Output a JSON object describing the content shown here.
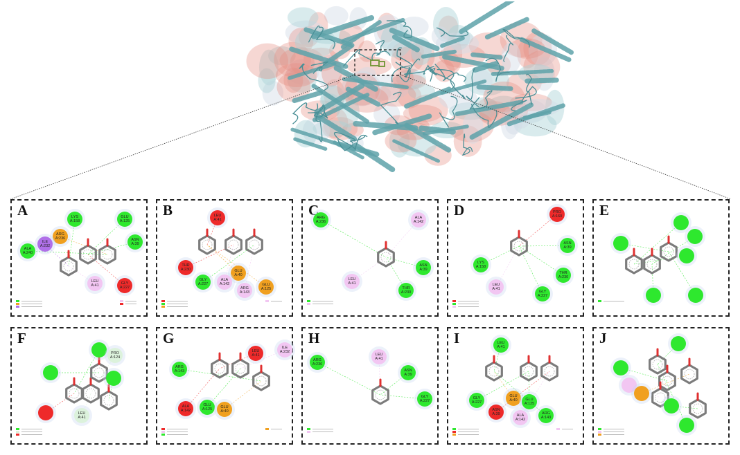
{
  "figure": {
    "colors": {
      "conventional_h_bond": "#2ee82e",
      "unfavorable": "#ee2a2a",
      "pi_anion_cation": "#f0a020",
      "pi_alkyl": "#f2c6f2",
      "pi_sigma": "#b070e8",
      "carbon_h_bond": "#dcf2dc",
      "protein_cartoon": "#5fa3aa"
    },
    "panels": [
      {
        "letter": "A",
        "residues": [
          {
            "label": "LYS A:158",
            "type": "green"
          },
          {
            "label": "GLU A:125",
            "type": "green"
          },
          {
            "label": "ARG A:236",
            "type": "orange"
          },
          {
            "label": "ILE A:232",
            "type": "purple"
          },
          {
            "label": "ASN A:39",
            "type": "green"
          },
          {
            "label": "ALA A:240",
            "type": "green"
          },
          {
            "label": "LEU A:41",
            "type": "pink"
          },
          {
            "label": "GLY A:227",
            "type": "red"
          }
        ]
      },
      {
        "letter": "B",
        "residues": [
          {
            "label": "LEU A:41",
            "type": "red"
          },
          {
            "label": "THR A:230",
            "type": "red"
          },
          {
            "label": "GLY A:227",
            "type": "green"
          },
          {
            "label": "GLU A:40",
            "type": "orange"
          },
          {
            "label": "ALA A:142",
            "type": "pink"
          },
          {
            "label": "ARG A:143",
            "type": "pink"
          },
          {
            "label": "GLU A:125",
            "type": "orange"
          }
        ]
      },
      {
        "letter": "C",
        "residues": [
          {
            "label": "ARG A:236",
            "type": "green"
          },
          {
            "label": "ALA A:142",
            "type": "pink"
          },
          {
            "label": "ASN A:39",
            "type": "green"
          },
          {
            "label": "LEU A:41",
            "type": "pink"
          },
          {
            "label": "THR A:230",
            "type": "green"
          }
        ]
      },
      {
        "letter": "D",
        "residues": [
          {
            "label": "PRO A:160",
            "type": "red"
          },
          {
            "label": "ASN A:39",
            "type": "green"
          },
          {
            "label": "LYS A:158",
            "type": "green"
          },
          {
            "label": "THR A:230",
            "type": "green"
          },
          {
            "label": "LEU A:41",
            "type": "pink"
          },
          {
            "label": "GLY A:227",
            "type": "green"
          }
        ]
      },
      {
        "letter": "E",
        "residues": [
          {
            "type": "green"
          },
          {
            "type": "green"
          },
          {
            "type": "green"
          },
          {
            "type": "green"
          },
          {
            "type": "green"
          },
          {
            "type": "green"
          }
        ]
      },
      {
        "letter": "F",
        "residues": [
          {
            "type": "green"
          },
          {
            "label": "PRO A:124",
            "type": "pale"
          },
          {
            "type": "green"
          },
          {
            "type": "green"
          },
          {
            "type": "red"
          },
          {
            "label": "LEU A:41",
            "type": "pale"
          }
        ]
      },
      {
        "letter": "G",
        "residues": [
          {
            "label": "LEU A:41",
            "type": "red"
          },
          {
            "label": "ILE A:232",
            "type": "pink"
          },
          {
            "label": "ARG A:143",
            "type": "green"
          },
          {
            "label": "ALA A:142",
            "type": "red"
          },
          {
            "label": "GLU A:125",
            "type": "green"
          },
          {
            "label": "GLU A:40",
            "type": "orange"
          }
        ]
      },
      {
        "letter": "H",
        "residues": [
          {
            "label": "ARG A:236",
            "type": "green"
          },
          {
            "label": "LEU A:41",
            "type": "pink"
          },
          {
            "label": "ASN A:39",
            "type": "green"
          },
          {
            "label": "GLY A:227",
            "type": "green"
          }
        ]
      },
      {
        "letter": "I",
        "residues": [
          {
            "label": "LEU A:41",
            "type": "green"
          },
          {
            "label": "GLY A:227",
            "type": "green"
          },
          {
            "label": "ASN A:39",
            "type": "red"
          },
          {
            "label": "GLU A:40",
            "type": "orange"
          },
          {
            "label": "GLU A:125",
            "type": "green"
          },
          {
            "label": "ALA A:142",
            "type": "pink"
          },
          {
            "label": "ARG A:143",
            "type": "green"
          }
        ]
      },
      {
        "letter": "J",
        "residues": [
          {
            "type": "green"
          },
          {
            "type": "green"
          },
          {
            "type": "pink"
          },
          {
            "type": "orange"
          },
          {
            "type": "green"
          },
          {
            "type": "green"
          }
        ]
      }
    ]
  }
}
